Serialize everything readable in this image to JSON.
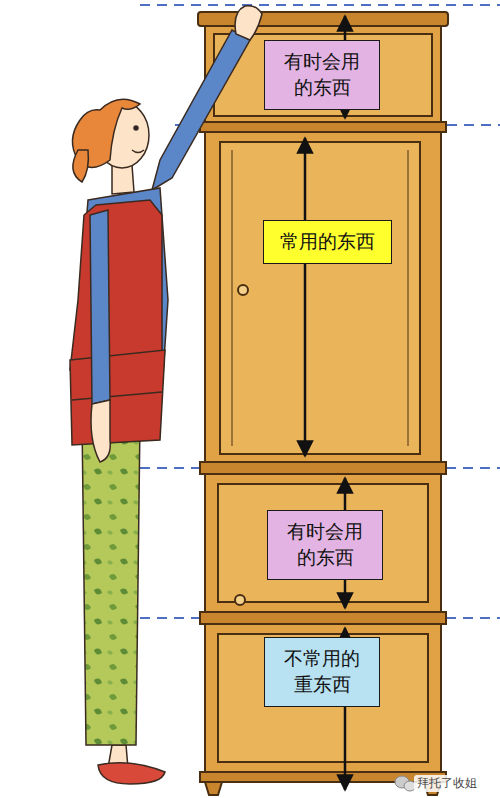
{
  "diagram": {
    "nodes": [
      {
        "text": [
          "有时会用 的东西"
        ]
      },
      {
        "text": [
          "常用的东西"
        ]
      },
      {
        "text": [
          "有时会用 的东西"
        ]
      },
      {
        "text": [
          "不常用的 重东西"
        ]
      }
    ],
    "edges": [],
    "labels": [
      "拜托了收姐"
    ]
  }
}
